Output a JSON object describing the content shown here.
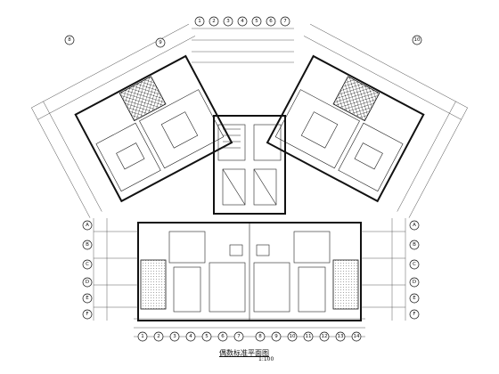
{
  "drawing": {
    "title": "偶数标准平面图",
    "scale": "1:100"
  },
  "axis_bubbles_top": [
    "1",
    "2",
    "3",
    "4",
    "5",
    "6",
    "7",
    "8",
    "9",
    "10"
  ],
  "axis_bubbles_bottom": [
    "1",
    "2",
    "3",
    "4",
    "5",
    "6",
    "7",
    "8",
    "9",
    "10",
    "11",
    "12",
    "13",
    "14"
  ],
  "axis_bubbles_left": [
    "A",
    "B",
    "C",
    "D",
    "E",
    "F"
  ],
  "axis_bubbles_right": [
    "A",
    "B",
    "C",
    "D",
    "E",
    "F"
  ]
}
